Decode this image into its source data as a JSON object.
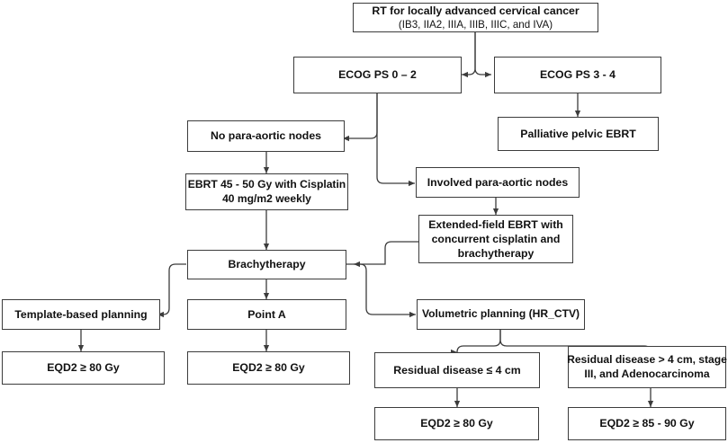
{
  "chart_data": {
    "type": "diagram",
    "title": "RT for locally advanced cervical cancer treatment algorithm",
    "nodes": [
      {
        "id": "root",
        "title": "RT for locally advanced cervical cancer",
        "subtitle": "(IB3, IIA2, IIIA, IIIB, IIIC, and IVA)"
      },
      {
        "id": "ecog02",
        "title": "ECOG PS 0 – 2"
      },
      {
        "id": "ecog34",
        "title": "ECOG PS 3 - 4"
      },
      {
        "id": "palliative",
        "title": "Palliative pelvic EBRT"
      },
      {
        "id": "nopara",
        "title": "No para-aortic nodes"
      },
      {
        "id": "ebrt",
        "line1": "EBRT 45 - 50 Gy with Cisplatin",
        "line2": "40 mg/m2 weekly"
      },
      {
        "id": "involved",
        "title": "Involved para-aortic nodes"
      },
      {
        "id": "extfield",
        "line1": "Extended-field EBRT with",
        "line2": "concurrent cisplatin and",
        "line3": "brachytherapy"
      },
      {
        "id": "brachy",
        "title": "Brachytherapy"
      },
      {
        "id": "template",
        "title": "Template-based planning"
      },
      {
        "id": "pointa",
        "title": "Point A"
      },
      {
        "id": "volumetric",
        "title": "Volumetric planning (HR_CTV)"
      },
      {
        "id": "eqd2_left",
        "title": "EQD2 ≥ 80 Gy"
      },
      {
        "id": "eqd2_mid",
        "title": "EQD2 ≥ 80 Gy"
      },
      {
        "id": "res_le4",
        "title": "Residual disease ≤ 4 cm"
      },
      {
        "id": "res_gt4",
        "line1": "Residual disease > 4 cm, stage",
        "line2": "III, and Adenocarcinoma"
      },
      {
        "id": "eqd2_res_le",
        "title": "EQD2 ≥ 80 Gy"
      },
      {
        "id": "eqd2_res_gt",
        "title": "EQD2 ≥ 85 - 90 Gy"
      }
    ],
    "edges": [
      {
        "from": "root",
        "to": "ecog02",
        "arrow": true
      },
      {
        "from": "root",
        "to": "ecog34",
        "arrow": true
      },
      {
        "from": "ecog34",
        "to": "palliative",
        "arrow": true
      },
      {
        "from": "ecog02",
        "to": "nopara",
        "arrow": true
      },
      {
        "from": "ecog02",
        "to": "involved",
        "arrow": true
      },
      {
        "from": "nopara",
        "to": "ebrt",
        "arrow": true
      },
      {
        "from": "involved",
        "to": "extfield",
        "arrow": true
      },
      {
        "from": "ebrt",
        "to": "brachy",
        "arrow": true
      },
      {
        "from": "extfield",
        "to": "brachy",
        "arrow": true
      },
      {
        "from": "brachy",
        "to": "template",
        "arrow": true
      },
      {
        "from": "brachy",
        "to": "pointa",
        "arrow": true
      },
      {
        "from": "brachy",
        "to": "volumetric",
        "arrow": true
      },
      {
        "from": "template",
        "to": "eqd2_left",
        "arrow": true
      },
      {
        "from": "pointa",
        "to": "eqd2_mid",
        "arrow": true
      },
      {
        "from": "volumetric",
        "to": "res_le4",
        "arrow": true
      },
      {
        "from": "volumetric",
        "to": "res_gt4",
        "arrow": true
      },
      {
        "from": "res_le4",
        "to": "eqd2_res_le",
        "arrow": true
      },
      {
        "from": "res_gt4",
        "to": "eqd2_res_gt",
        "arrow": true
      }
    ],
    "style": {
      "box_border": "#3c3c3c",
      "edge_color": "#3c3c3c",
      "background": "#ffffff",
      "text": "#111111"
    }
  }
}
